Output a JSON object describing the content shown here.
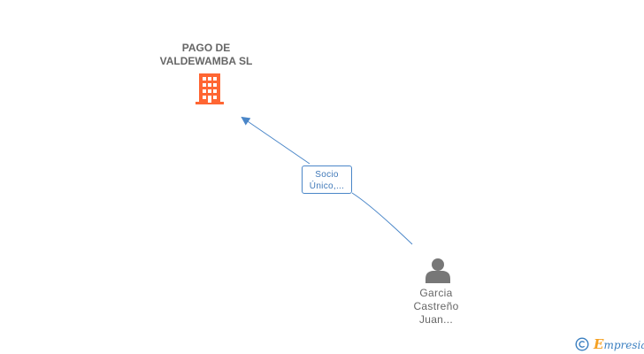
{
  "company": {
    "name_line1": "PAGO DE",
    "name_line2": "VALDEWAMBA SL",
    "icon": "building-icon",
    "color": "#ff6633"
  },
  "relation": {
    "line1": "Socio",
    "line2": "Único,..."
  },
  "person": {
    "name_line1": "Garcia",
    "name_line2": "Castreño",
    "name_line3": "Juan...",
    "icon": "person-icon",
    "color": "#777777"
  },
  "brand": {
    "copyright": "©",
    "initial": "E",
    "rest": "mpresia"
  },
  "colors": {
    "edge": "#4a86c8",
    "text": "#666666"
  }
}
